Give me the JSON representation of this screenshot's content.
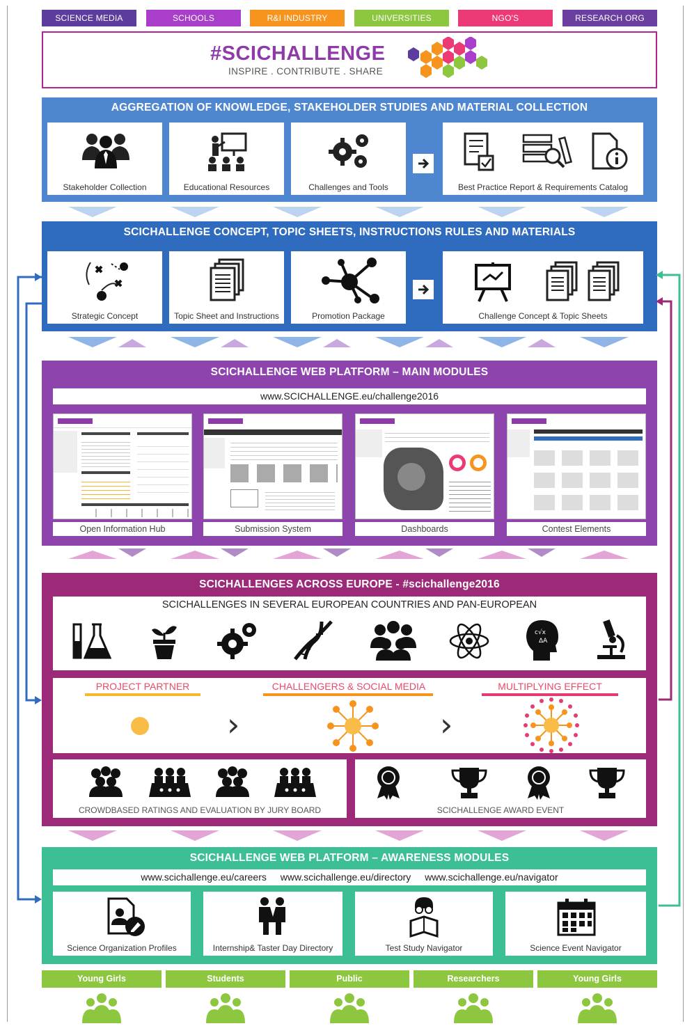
{
  "tags": [
    {
      "label": "SCIENCE MEDIA",
      "color": "#5c3d9e"
    },
    {
      "label": "SCHOOLS",
      "color": "#a83ec9"
    },
    {
      "label": "R&I INDUSTRY",
      "color": "#f7941d"
    },
    {
      "label": "UNIVERSITIES",
      "color": "#8dc63f"
    },
    {
      "label": "NGO'S",
      "color": "#ec3a76"
    },
    {
      "label": "RESEARCH ORG",
      "color": "#6a3fa0"
    }
  ],
  "logo": {
    "title": "#SCICHALLENGE",
    "tagline": "INSPIRE . CONTRIBUTE . SHARE"
  },
  "section1": {
    "title": "AGGREGATION OF KNOWLEDGE, STAKEHOLDER STUDIES AND MATERIAL COLLECTION",
    "color": "#4f86d0",
    "cards": [
      "Stakeholder Collection",
      "Educational Resources",
      "Challenges and Tools"
    ],
    "result": "Best Practice Report & Requirements Catalog"
  },
  "section2": {
    "title": "SCICHALLENGE CONCEPT, TOPIC  SHEETS, INSTRUCTIONS RULES AND MATERIALS",
    "color": "#2f6bbf",
    "cards": [
      "Strategic Concept",
      "Topic Sheet and Instructions",
      "Promotion Package"
    ],
    "result": "Challenge Concept & Topic Sheets"
  },
  "section3": {
    "title": "SCICHALLENGE WEB PLATFORM – MAIN MODULES",
    "color": "#8e44ad",
    "url": "www.SCICHALLENGE.eu/challenge2016",
    "modules": [
      "Open Information Hub",
      "Submission System",
      "Dashboards",
      "Contest Elements"
    ]
  },
  "section4": {
    "title": "SCICHALLENGES ACROSS EUROPE - #scichallenge2016",
    "color": "#9c2a78",
    "subtitle": "SCICHALLENGES IN SEVERAL EUROPEAN COUNTRIES AND PAN-EUROPEAN",
    "stages": [
      {
        "label": "PROJECT PARTNER",
        "color": "#f7b731"
      },
      {
        "label": "CHALLENGERS & SOCIAL MEDIA",
        "color": "#f7941d"
      },
      {
        "label": "MULTIPLYING EFFECT",
        "color": "#e63b6f"
      }
    ],
    "ratings": "CROWDBASED  RATINGS AND EVALUATION BY JURY BOARD",
    "award": "SCICHALLENGE AWARD EVENT"
  },
  "section5": {
    "title": "SCICHALLENGE WEB PLATFORM – AWARENESS MODULES",
    "color": "#3dbf95",
    "urls": [
      "www.scichallenge.eu/careers",
      "www.scichallenge.eu/directory",
      "www.scichallenge.eu/navigator"
    ],
    "modules": [
      "Science Organization Profiles",
      "Internship& Taster Day Directory",
      "Test Study Navigator",
      "Science Event Navigator"
    ]
  },
  "audiences": [
    "Young Girls",
    "Students",
    "Public",
    "Researchers",
    "Young Girls"
  ]
}
